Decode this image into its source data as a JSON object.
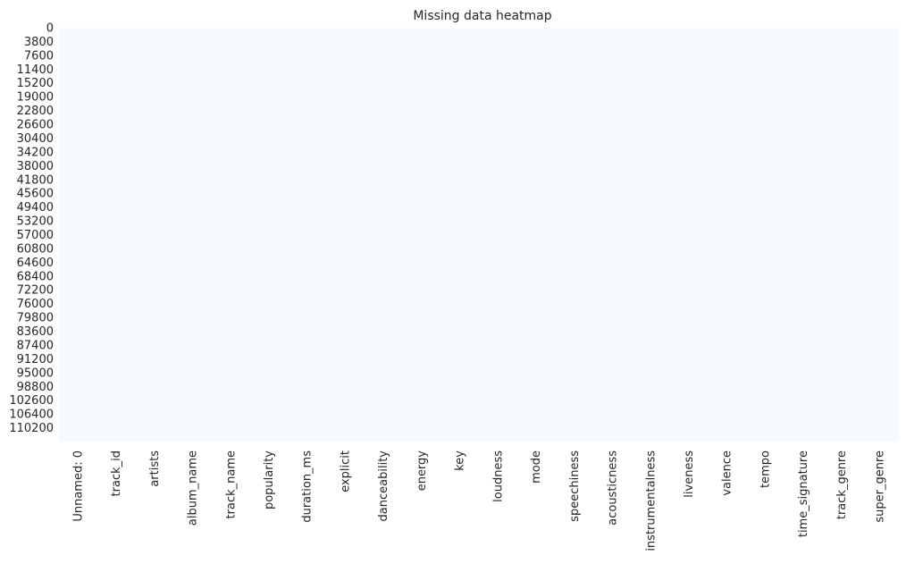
{
  "chart_data": {
    "type": "heatmap",
    "title": "Missing data heatmap",
    "xlabel": "",
    "ylabel": "",
    "columns": [
      "Unnamed: 0",
      "track_id",
      "artists",
      "album_name",
      "track_name",
      "popularity",
      "duration_ms",
      "explicit",
      "danceability",
      "energy",
      "key",
      "loudness",
      "mode",
      "speechiness",
      "acousticness",
      "instrumentalness",
      "liveness",
      "valence",
      "tempo",
      "time_signature",
      "track_genre",
      "super_genre"
    ],
    "y_tick_labels": [
      "0",
      "3800",
      "7600",
      "11400",
      "15200",
      "19000",
      "22800",
      "26600",
      "30400",
      "34200",
      "38000",
      "41800",
      "45600",
      "49400",
      "53200",
      "57000",
      "60800",
      "64600",
      "68400",
      "72200",
      "76000",
      "79800",
      "83600",
      "87400",
      "91200",
      "95000",
      "98800",
      "102600",
      "106400",
      "110200"
    ],
    "y_range": [
      0,
      114000
    ],
    "missing_values_per_column": [
      0,
      0,
      0,
      0,
      0,
      0,
      0,
      0,
      0,
      0,
      0,
      0,
      0,
      0,
      0,
      0,
      0,
      0,
      0,
      0,
      0,
      0
    ],
    "colorbar": false,
    "colors": {
      "not_missing": "#f7fbff",
      "missing": "#08306b"
    }
  }
}
